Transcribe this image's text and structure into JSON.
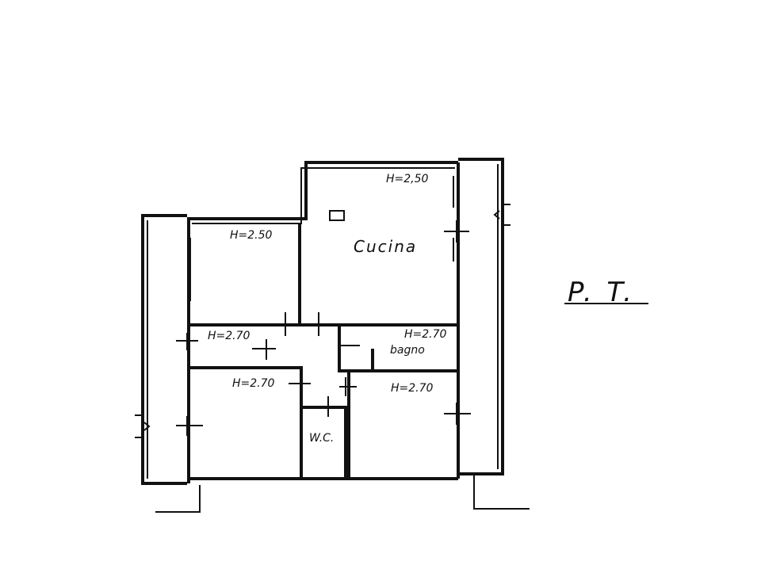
{
  "floor_label": "P. T.",
  "rooms": {
    "kitchen": {
      "name": "Cucina",
      "height": "H=2,50"
    },
    "room_top_left": {
      "height": "H=2.50"
    },
    "corridor_left": {
      "height": "H=2.70"
    },
    "bathroom": {
      "name": "bagno",
      "height": "H=2.70"
    },
    "room_bottom_left": {
      "height": "H=2.70"
    },
    "room_bottom_right": {
      "height": "H=2.70"
    },
    "wc": {
      "name": "W.C."
    }
  }
}
